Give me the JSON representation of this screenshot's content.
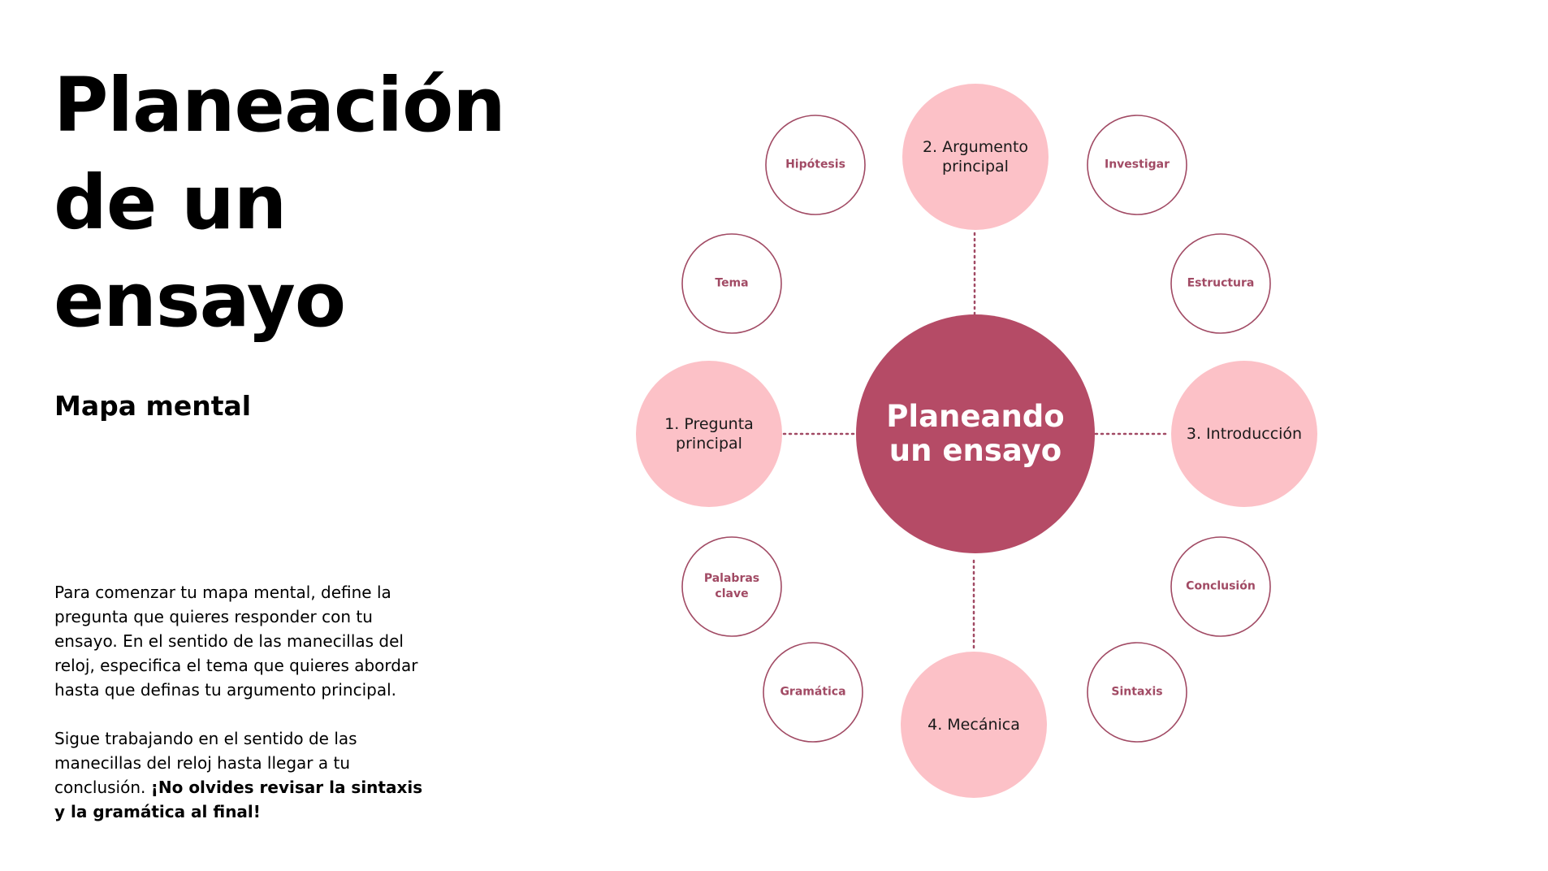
{
  "header": {
    "title_lines": [
      "Planeación",
      "de un",
      "ensayo"
    ],
    "subtitle": "Mapa mental"
  },
  "instructions": {
    "paragraph_1": "Para comenzar tu mapa mental, define la pregunta que quieres responder con tu ensayo. En el sentido de las manecillas del reloj, especifica el tema que quieres abordar hasta que definas tu argumento principal.",
    "paragraph_2_plain": "Sigue trabajando en el sentido de las manecillas del reloj hasta llegar a tu conclusión.",
    "paragraph_2_bold": "¡No olvides revisar la sintaxis y la gramática al final!"
  },
  "mind_map": {
    "center": {
      "lines": [
        "Planeando",
        "un ensayo"
      ]
    },
    "main_branches": [
      {
        "id": "pregunta",
        "lines": [
          "1. Pregunta",
          "principal"
        ]
      },
      {
        "id": "argumento",
        "lines": [
          "2. Argumento",
          "principal"
        ]
      },
      {
        "id": "introduccion",
        "lines": [
          "3. Introducción"
        ]
      },
      {
        "id": "mecanica",
        "lines": [
          "4. Mecánica"
        ]
      }
    ],
    "sub_nodes": [
      {
        "id": "hipotesis",
        "lines": [
          "Hipótesis"
        ]
      },
      {
        "id": "investigar",
        "lines": [
          "Investigar"
        ]
      },
      {
        "id": "tema",
        "lines": [
          "Tema"
        ]
      },
      {
        "id": "estructura",
        "lines": [
          "Estructura"
        ]
      },
      {
        "id": "palabras-clave",
        "lines": [
          "Palabras",
          "clave"
        ]
      },
      {
        "id": "conclusion",
        "lines": [
          "Conclusión"
        ]
      },
      {
        "id": "gramatica",
        "lines": [
          "Gramática"
        ]
      },
      {
        "id": "sintaxis",
        "lines": [
          "Sintaxis"
        ]
      }
    ]
  },
  "colors": {
    "center_fill": "#b54b66",
    "branch_fill": "#fcc1c7",
    "sub_outline": "#a14a64",
    "connector": "#a14a64",
    "label_minor": "#a14a64"
  }
}
